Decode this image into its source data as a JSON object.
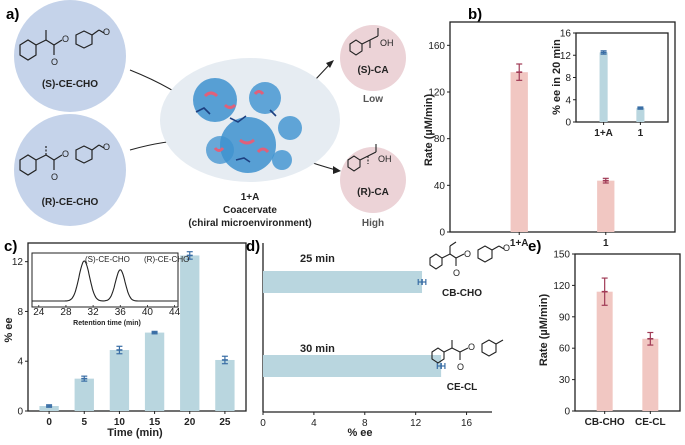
{
  "panel_labels": {
    "a": "a)",
    "b": "b)",
    "c": "c)",
    "d": "d)",
    "e": "e)"
  },
  "scheme": {
    "s_substrate": "(S)-CE-CHO",
    "r_substrate": "(R)-CE-CHO",
    "s_product": "(S)-CA",
    "r_product": "(R)-CA",
    "s_rate": "Low",
    "r_rate": "High",
    "coacervate_line1": "1+A",
    "coacervate_line2": "Coacervate",
    "coacervate_line3": "(chiral microenvironment)",
    "oh_label": "OH",
    "o_label": "O"
  },
  "colors": {
    "bar_pink": "#f1c7c2",
    "bar_blue": "#b9d6df",
    "error_pink": "#a03a55",
    "error_blue": "#3a6ea5",
    "circle_blue": "#c5d3ea",
    "circle_pink": "#ecd3d7",
    "drop_blue": "#3d92cf"
  },
  "chart_data": [
    {
      "panel": "b",
      "type": "bar",
      "categories": [
        "1+A",
        "1"
      ],
      "values": [
        137,
        44
      ],
      "errors": [
        7,
        2
      ],
      "ylabel": "Rate (µM/min)",
      "ylim": [
        0,
        180
      ],
      "yticks": [
        0,
        40,
        80,
        120,
        160
      ],
      "inset": {
        "type": "bar",
        "categories": [
          "1+A",
          "1"
        ],
        "values": [
          12.5,
          2.5
        ],
        "errors": [
          0.3,
          0.2
        ],
        "ylabel": "% ee in 20 min",
        "ylim": [
          0,
          16
        ],
        "yticks": [
          0,
          4,
          8,
          12,
          16
        ]
      }
    },
    {
      "panel": "c",
      "type": "bar",
      "categories": [
        "0",
        "5",
        "10",
        "15",
        "20",
        "25"
      ],
      "values": [
        0.4,
        2.6,
        4.9,
        6.3,
        12.5,
        4.1
      ],
      "errors": [
        0.1,
        0.2,
        0.3,
        0.1,
        0.3,
        0.3
      ],
      "xlabel": "Time (min)",
      "ylabel": "% ee",
      "ylim": [
        0,
        13.5
      ],
      "yticks": [
        0,
        4,
        8,
        12
      ],
      "inset": {
        "type": "line",
        "xlabel": "Retention time (min)",
        "xticks": [
          24,
          28,
          32,
          36,
          40,
          44
        ],
        "xlim": [
          23,
          44.5
        ],
        "peak_labels": [
          "(S)-CE-CHO",
          "(R)-CE-CHO"
        ],
        "peaks": [
          30.7,
          36
        ]
      }
    },
    {
      "panel": "d",
      "type": "bar",
      "orientation": "horizontal",
      "categories": [
        "25 min",
        "30 min"
      ],
      "values": [
        12.5,
        14
      ],
      "errors": [
        0.3,
        0.3
      ],
      "compounds": [
        "CB-CHO",
        "CE-CL"
      ],
      "xlabel": "% ee",
      "xlim": [
        0,
        18
      ],
      "xticks": [
        0,
        4,
        8,
        12,
        16
      ]
    },
    {
      "panel": "e",
      "type": "bar",
      "categories": [
        "CB-CHO",
        "CE-CL"
      ],
      "values": [
        114,
        69
      ],
      "errors": [
        13,
        6
      ],
      "ylabel": "Rate (µM/min)",
      "ylim": [
        0,
        150
      ],
      "yticks": [
        0,
        30,
        60,
        90,
        120,
        150
      ]
    }
  ]
}
